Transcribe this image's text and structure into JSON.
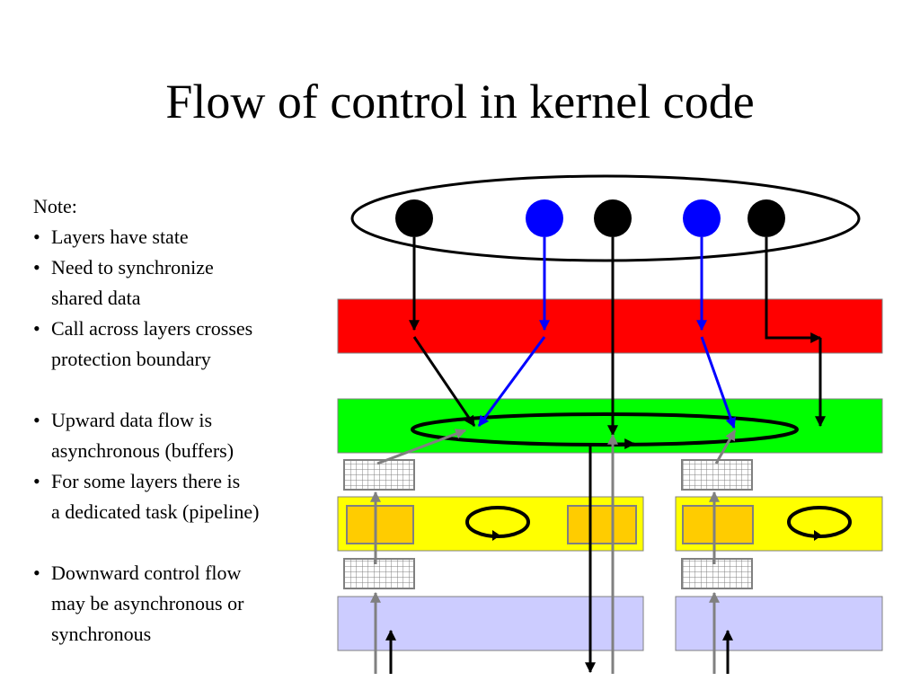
{
  "slide": {
    "title": "Flow of control in kernel code"
  },
  "notes": {
    "heading": "Note:",
    "bullets": [
      "Layers have state",
      "Need to synchronize\nshared data",
      "Call across layers crosses\n protection boundary",
      "Upward data flow is\nasynchronous (buffers)",
      "For some layers there is\na dedicated task (pipeline)",
      "Downward control flow\nmay be asynchronous or\nsynchronous"
    ]
  },
  "colors": {
    "layer_1": "#ff0000",
    "layer_2": "#00ff00",
    "layer_3": "#ffff00",
    "layer_4": "#ccccff",
    "task_box": "#ffcc00",
    "process_black": "#000000",
    "process_blue": "#0000ff",
    "data_arrow": "#808080"
  }
}
